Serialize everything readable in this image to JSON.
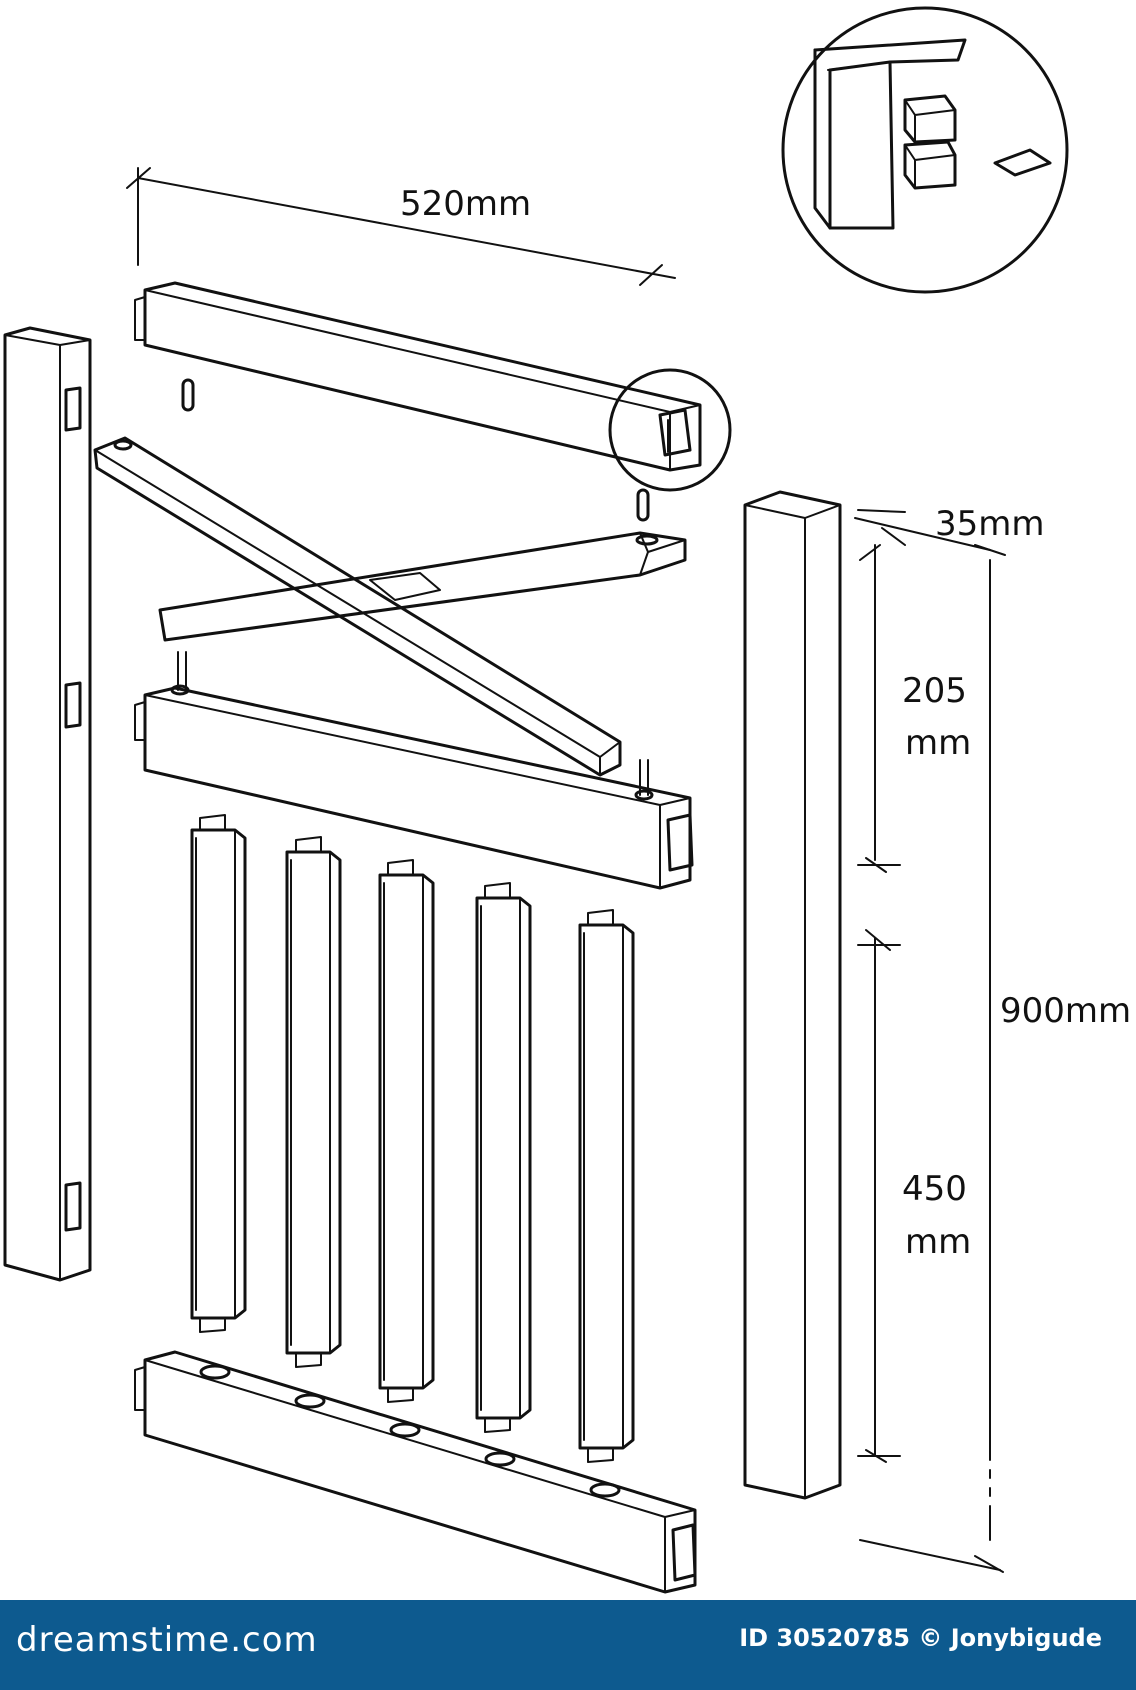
{
  "dimensions": {
    "rail_length": "520mm",
    "post_width": "35mm",
    "upper_gap_value": "205",
    "upper_gap_unit": "mm",
    "lower_gap_value": "450",
    "lower_gap_unit": "mm",
    "total_height": "900mm"
  },
  "footer": {
    "brand": "dreamstime.com",
    "credit": "ID 30520785 © Jonybigude"
  },
  "colors": {
    "line": "#111111",
    "footer_bg": "#0d5a8f",
    "footer_text": "#ffffff"
  }
}
